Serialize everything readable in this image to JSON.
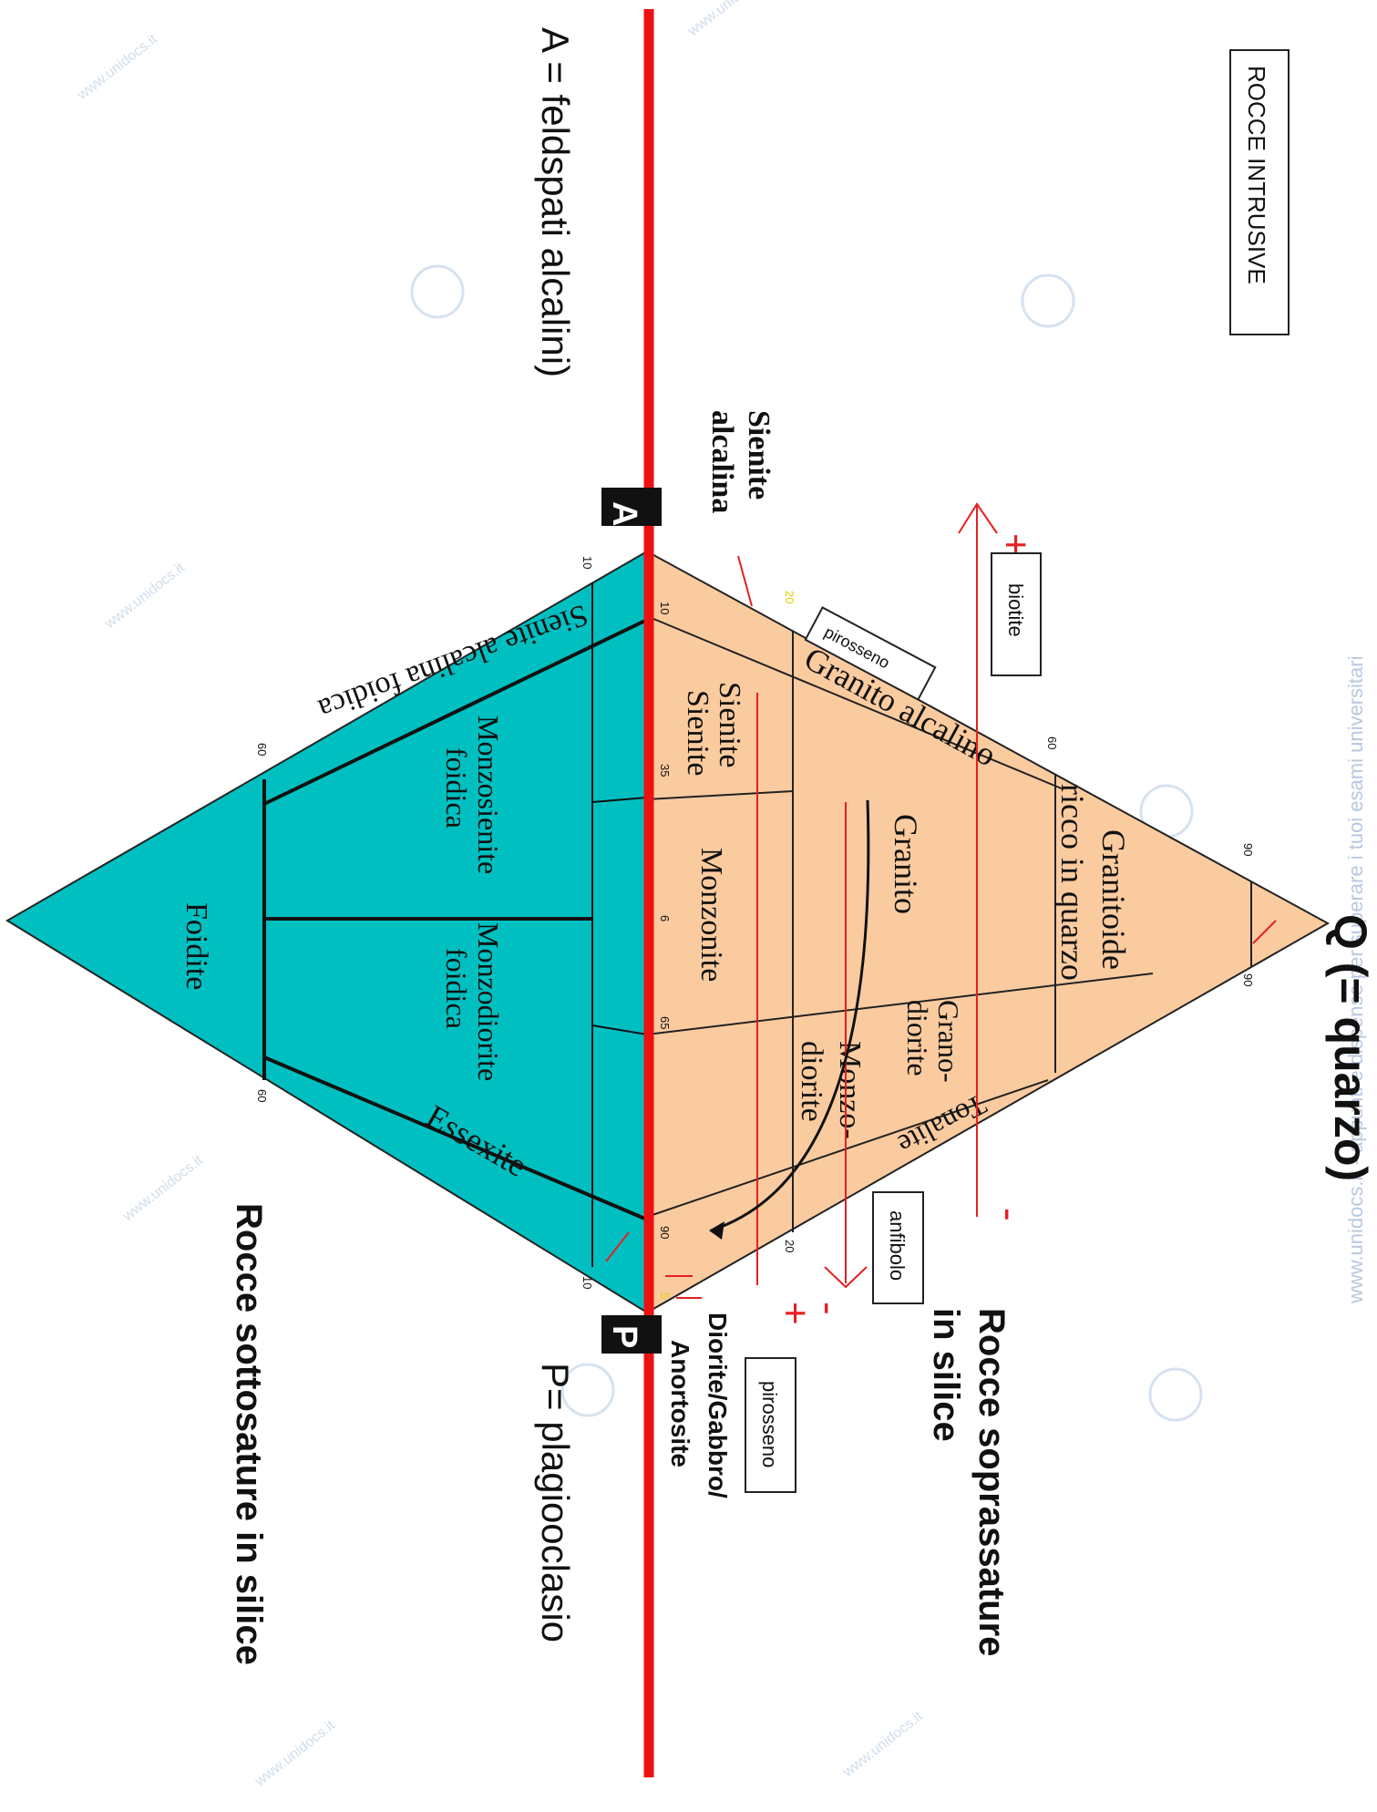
{
  "title_box": "ROCCE INTRUSIVE",
  "labels": {
    "a_def": "A = feldspati alcalini)",
    "p_def": "P= plagiooclasio",
    "q_def": "Q (= quarzo)",
    "sovra_line1": "Rocce soprassature",
    "sovra_line2": "in silice",
    "sotto": "Rocce sottosature in silice",
    "vertex_a": "A",
    "vertex_p": "P",
    "sienite_alcalina_1": "Sienite",
    "sienite_alcalina_2": "alcalina",
    "anortosite": "Anortosite",
    "diorite_gabbro": "Diorite/Gabbro/",
    "watermark_side": "www.unidocs.it - appunti e dispense per superare i tuoi esami universitari",
    "watermark": "www.unidocs.it"
  },
  "fields_upper": {
    "granitoide_1": "Granitoide",
    "granitoide_2": "ricco in quarzo",
    "granito_alcalino": "Granito alcalino",
    "granito": "Granito",
    "granodiorite_1": "Grano-",
    "granodiorite_2": "diorite",
    "tonalite": "Tonalite",
    "sienite": "Sienite",
    "sienite_2": "Sienite",
    "monzonite": "Monzonite",
    "monzodiorite_1": "Monzo-",
    "monzodiorite_2": "diorite"
  },
  "fields_lower": {
    "sienite_foidica": "Sienite alcalina foidica",
    "monzosienite_1": "Monzosienite",
    "monzosienite_2": "foidica",
    "monzodiorite_1": "Monzodiorite",
    "monzodiorite_2": "foidica",
    "essexite": "Essexite",
    "foidite": "Foidite"
  },
  "ticks": {
    "q90a": "90",
    "q90b": "90",
    "q60": "60",
    "q20a": "20",
    "q20b": "20",
    "a10": "10",
    "a35": "35",
    "a6": "6",
    "a65": "65",
    "a90": "90",
    "a5": "5",
    "f10a": "10",
    "f10b": "10",
    "f60a": "60",
    "f60b": "60"
  },
  "notes": {
    "biotite": "biotite",
    "pirosseno_top": "pirosseno",
    "anfibolo": "anfibolo",
    "pirosseno_bottom": "pirosseno",
    "plus_top": "+",
    "minus_top": "-",
    "plus_bottom": "+",
    "minus_bottom": "-"
  },
  "colors": {
    "upper_fill": "#fbcba0",
    "lower_fill": "#00bfc0",
    "red_line": "#ee1111",
    "annot_red": "#e52020"
  }
}
